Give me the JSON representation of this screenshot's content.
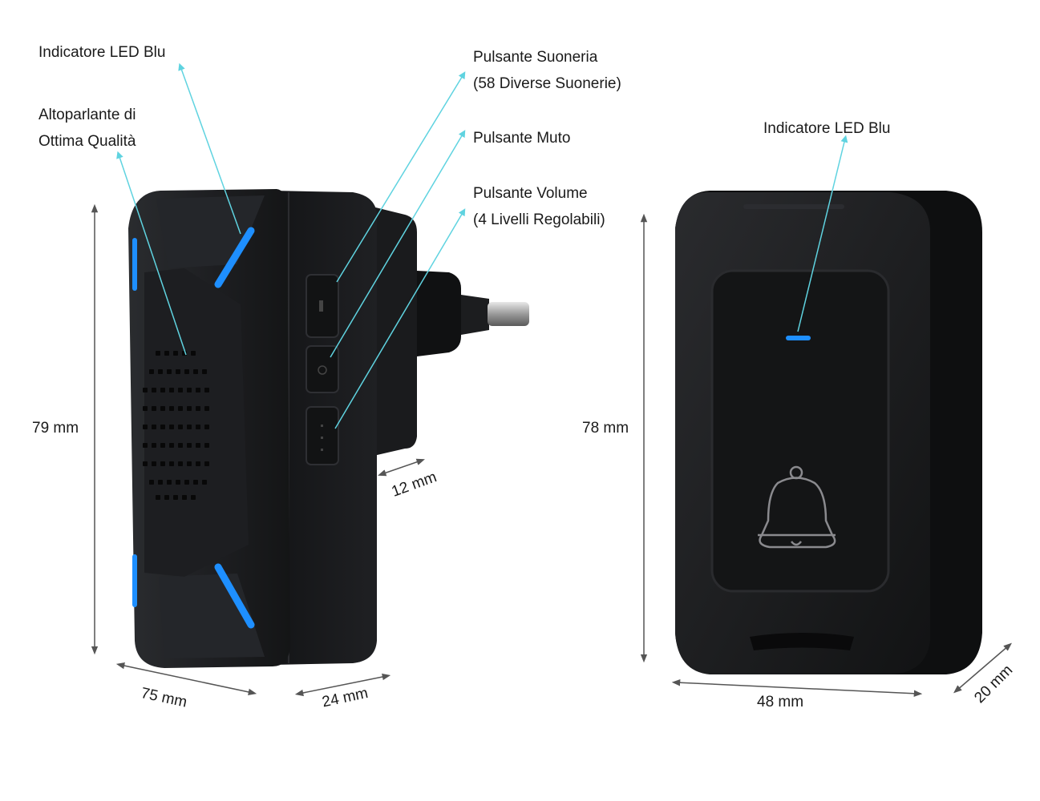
{
  "callouts": {
    "led_left": "Indicatore LED Blu",
    "speaker_line1": "Altoparlante di",
    "speaker_line2": "Ottima Qualità",
    "ringtone_button_line1": "Pulsante Suoneria",
    "ringtone_button_line2": "(58 Diverse Suonerie)",
    "mute_button": "Pulsante Muto",
    "volume_button_line1": "Pulsante Volume",
    "volume_button_line2": "(4 Livelli Regolabili)",
    "led_right": "Indicatore LED Blu"
  },
  "dimensions": {
    "receiver_height": "79 mm",
    "receiver_width": "75 mm",
    "receiver_depth": "24 mm",
    "plug_depth": "12 mm",
    "button_height": "78 mm",
    "button_width": "48 mm",
    "button_depth": "20 mm"
  },
  "colors": {
    "led_blue": "#1e8fff",
    "callout_line": "#5fd3e0",
    "device_body": "#1b1c1e",
    "dimension_line": "#555555"
  }
}
